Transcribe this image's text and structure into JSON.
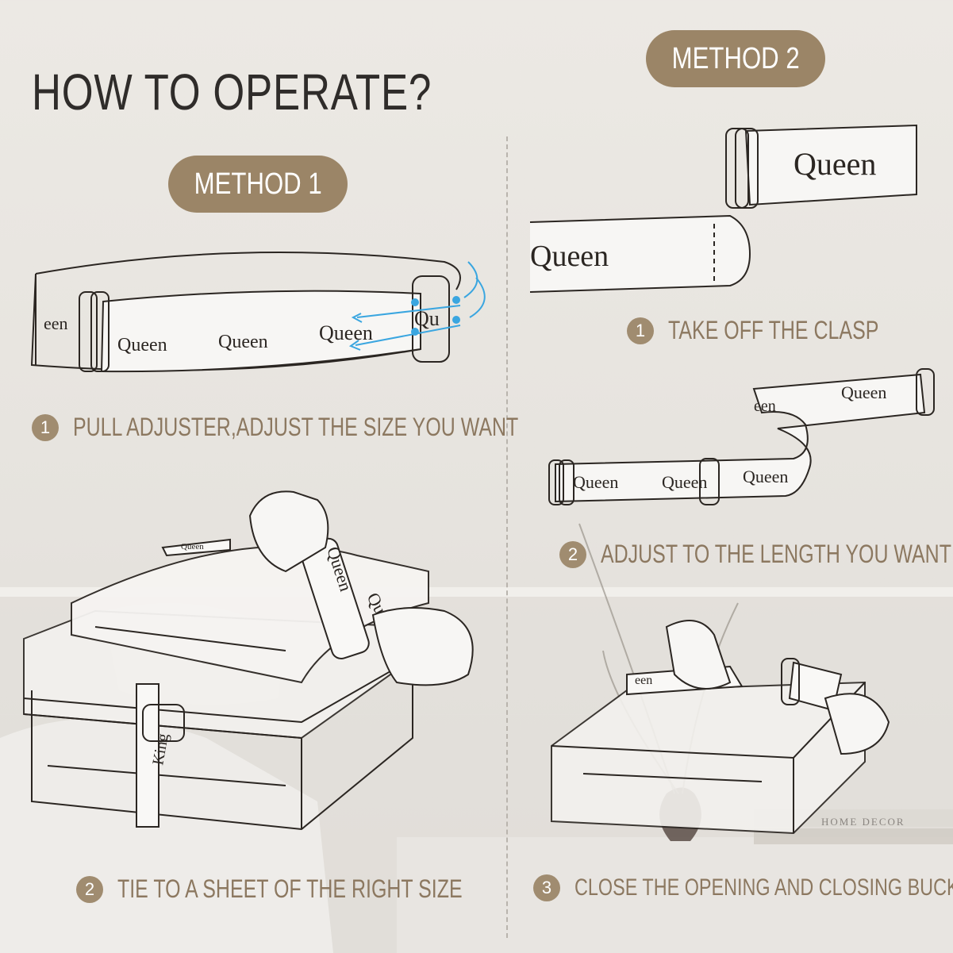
{
  "title": "HOW TO OPERATE?",
  "method_1": {
    "label": "METHOD 1",
    "steps": [
      {
        "num": "1",
        "text": "PULL ADJUSTER,ADJUST THE SIZE YOU WANT"
      },
      {
        "num": "2",
        "text": "TIE TO A SHEET OF THE RIGHT SIZE"
      }
    ]
  },
  "method_2": {
    "label": "METHOD 2",
    "steps": [
      {
        "num": "1",
        "text": "TAKE OFF THE CLASP"
      },
      {
        "num": "2",
        "text": "ADJUST TO THE LENGTH YOU WANT"
      },
      {
        "num": "3",
        "text": "CLOSE THE OPENING AND CLOSING BUCKLE"
      }
    ]
  },
  "strap_labels": {
    "queen": "Queen",
    "queen_partial_left": "een",
    "queen_partial_right": "Qu",
    "queen_cut": "Queen",
    "king": "King"
  },
  "background_text": {
    "book_spine": "HOME DECOR"
  },
  "colors": {
    "accent": "#9b8567",
    "step_text": "#8c7860",
    "title": "#2f2c2a",
    "arrow": "#3aa6e0"
  }
}
